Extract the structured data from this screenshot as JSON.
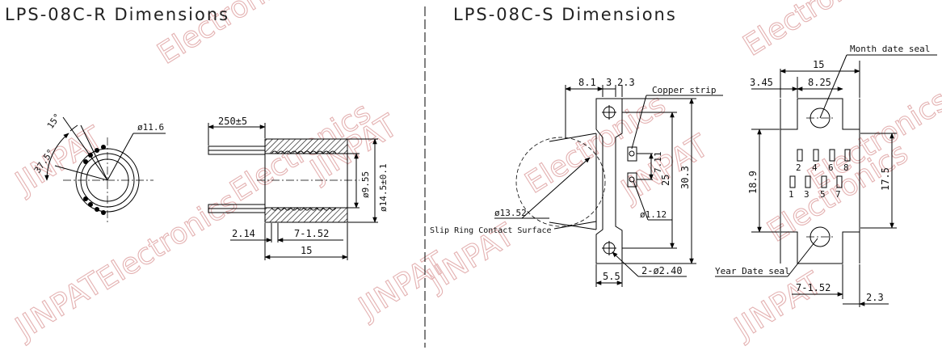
{
  "left_title": "LPS-08C-R Dimensions",
  "right_title": "LPS-08C-S Dimensions",
  "watermark": {
    "brand": "JINPAT",
    "suffix": "Electronics",
    "color": "#e4b2b2"
  },
  "r_dims": {
    "angle_37": "37.5°",
    "angle_15": "15°",
    "dia_11_6": "ø11.6",
    "lead_len": "250±5",
    "dia_9_55": "ø9.55",
    "dia_14_5": "ø14.5±0.1",
    "d_2_14": "2.14",
    "d_7x152": "7-1.52",
    "d_15": "15"
  },
  "s_dims": {
    "d_8_1": "8.1",
    "d_3": "3",
    "d_2_3": "2.3",
    "copper": "Copper strip",
    "d_7_11": "7.11",
    "d_25": "25",
    "d_30_3": "30.3",
    "dia_13_52": "ø13.52",
    "dia_1_12": "ø1.12",
    "slip": "Slip Ring Contact Surface",
    "d_5_5": "5.5",
    "holes": "2-ø2.40",
    "d_15": "15",
    "month_seal": "Month date seal",
    "d_3_45": "3.45",
    "d_8_25": "8.25",
    "d_18_9": "18.9",
    "d_17_5": "17.5",
    "pins_top": [
      "2",
      "4",
      "6",
      "8"
    ],
    "pins_bot": [
      "1",
      "3",
      "5",
      "7"
    ],
    "year_seal": "Year Date seal",
    "d_7x152": "7-1.52",
    "d_2_3b": "2.3"
  }
}
